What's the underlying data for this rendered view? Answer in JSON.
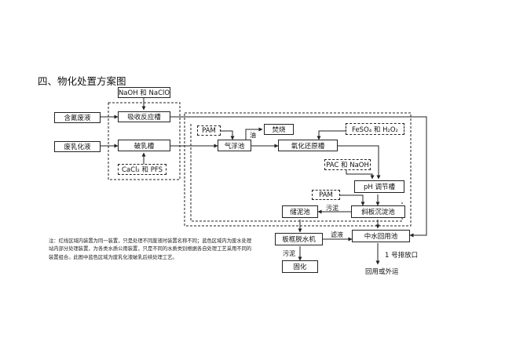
{
  "title": "四、物化处置方案图",
  "nodes": {
    "naoh_naclo": "NaOH 和 NaClO",
    "cyanide_waste": "含氰废液",
    "absorption_tank": "吸收反应槽",
    "emulsion_waste": "废乳化液",
    "demulsify_tank": "破乳槽",
    "cacl2_pfs": "CaCl₂ 和 PFS",
    "pam_1": "PAM",
    "air_flotation": "气浮池",
    "incineration": "焚烧",
    "feso4_h2o2": "FeSO₄ 和 H₂O₂",
    "redox_tank": "氧化还原槽",
    "pac_naoh": "PAC 和 NaOH",
    "ph_tank": "pH 调节槽",
    "pam_2": "PAM",
    "sludge_tank": "储泥池",
    "inclined_settler": "斜板沉淀池",
    "filter_press": "板框脱水机",
    "reuse_pool": "中水回用池",
    "solidify": "固化",
    "outlet_1": "1 号排放口",
    "reuse_transport": "回用或外运"
  },
  "edge_labels": {
    "oil": "油",
    "sludge_1": "污泥",
    "filtrate": "滤液",
    "sludge_2": "污泥"
  },
  "note": "注：红线区域内装置为同一装置，只是处理不同废液时装置名称不同；蓝色区域内为废水处理站内部分处理装置，为各类水质公用装置，只是不同的水质类别根据各自处理工艺采用不同的装置组合。此图中蓝色区域为废乳化液破乳后续处理工艺。"
}
